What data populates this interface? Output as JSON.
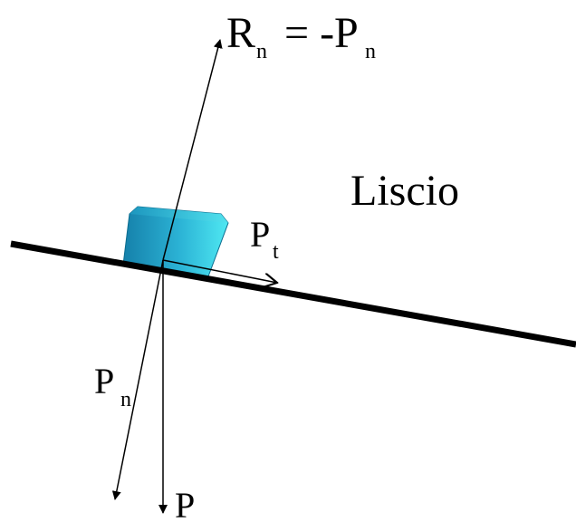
{
  "labels": {
    "reaction_main": "R",
    "reaction_sub": "n",
    "reaction_eq": "= -P",
    "reaction_eq_sub": "n",
    "surface": "Liscio",
    "tangential_main": "P",
    "tangential_sub": "t",
    "normal_main": "P",
    "normal_sub": "n",
    "weight": "P"
  },
  "colors": {
    "ink": "#000000",
    "block_light": "#4fe6f0",
    "block_dark": "#0e7fa3"
  }
}
